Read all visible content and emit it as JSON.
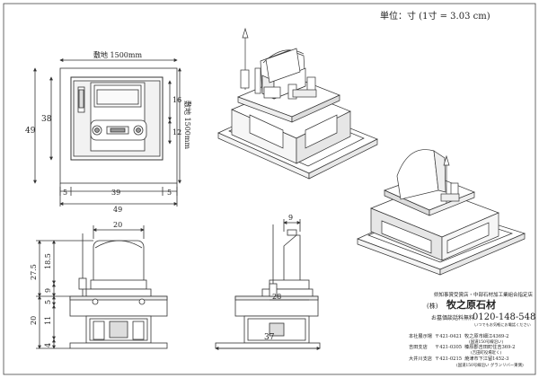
{
  "title": {
    "unit_note": "単位：寸 (1寸 = 3.03 cm)"
  },
  "plan_view": {
    "site_width_label": "敷地 1500mm",
    "site_depth_label": "敷地 1500mm",
    "dim_left_outer": "49",
    "dim_left_inner": "38",
    "dim_right_16": "16",
    "dim_right_12": "12",
    "dim_bottom_5a": "5",
    "dim_bottom_39": "39",
    "dim_bottom_5b": "5",
    "dim_bottom_49": "49"
  },
  "front_view": {
    "dim_top_20": "20",
    "dim_27_5": "27.5",
    "dim_18_5": "18.5",
    "dim_9": "9",
    "dim_5": "5",
    "dim_20": "20",
    "dim_11": "11",
    "dim_4": "4"
  },
  "side_view": {
    "dim_top_9": "9",
    "dim_28": "28",
    "dim_37": "37"
  },
  "company": {
    "certs": "県知事賞受賞店・中部石材加工業組合指定店",
    "name_prefix": "(株)",
    "name": "牧之原石材",
    "phone_label": "お墓価談話料無料",
    "phone_number": "0120-148-548",
    "phone_note": "いつでもお気軽にお電話ください",
    "branches": [
      {
        "label": "本社展示場",
        "zip": "〒421-0421",
        "addr": "牧之原市細江4369-2",
        "note": "(国道150号線沿い)"
      },
      {
        "label": "吉田支店",
        "zip": "〒421-0305",
        "addr": "榛原郡吉田町住吉369-2",
        "note": "(吉田町役場近く)"
      },
      {
        "label": "大井川支店",
        "zip": "〒421-0215",
        "addr": "焼津市下江留1452-3",
        "note": "(国道150号線沿い グランリバー東側)"
      }
    ]
  }
}
